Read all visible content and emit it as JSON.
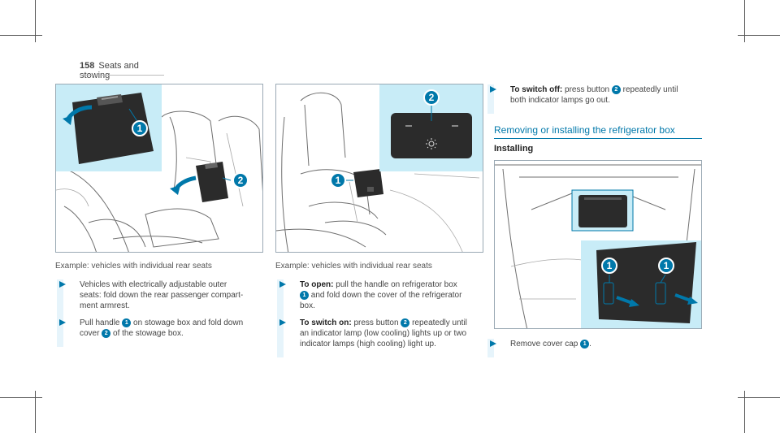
{
  "header": {
    "page_number": "158",
    "section_title": "Seats and stowing"
  },
  "figure1": {
    "caption": "Example: vehicles with individual rear seats",
    "callouts": [
      "1",
      "2"
    ]
  },
  "figure2": {
    "caption": "Example: vehicles with individual rear seats",
    "callouts": [
      "1",
      "2"
    ]
  },
  "figure3": {
    "callouts": [
      "1",
      "1"
    ]
  },
  "column1": {
    "steps": [
      {
        "lines": [
          "Vehicles with electrically adjustable outer",
          "seats: fold down the rear passenger compart-",
          "ment armrest."
        ]
      },
      {
        "prefix": "Pull handle ",
        "badge": "1",
        "middle": " on stowage box and fold down",
        "line2_start": "cover ",
        "badge2": "2",
        "line2_end": " of the stowage box."
      }
    ]
  },
  "column2": {
    "steps": [
      {
        "label": "To open:",
        "text1": " pull the handle on refrigerator box",
        "badge": "1",
        "text2": " and fold down the cover of the refrigerator",
        "text3": "box."
      },
      {
        "label": "To switch on:",
        "text1": " press button ",
        "badge": "2",
        "text2": " repeatedly until",
        "text3": "an indicator lamp (low cooling) lights up or two",
        "text4": "indicator lamps (high cooling) light up."
      }
    ]
  },
  "column3": {
    "step_off": {
      "label": "To switch off:",
      "text1": " press button ",
      "badge": "2",
      "text2": " repeatedly until",
      "text3": "both indicator lamps go out."
    },
    "section_heading": "Removing or installing the refrigerator box",
    "sub_heading": "Installing",
    "step_remove": {
      "text1": "Remove cover cap ",
      "badge": "1",
      "text2": "."
    }
  },
  "colors": {
    "accent": "#0078aa",
    "callout_bg": "#c8ecf7",
    "panel_dark": "#2b2b2b"
  }
}
